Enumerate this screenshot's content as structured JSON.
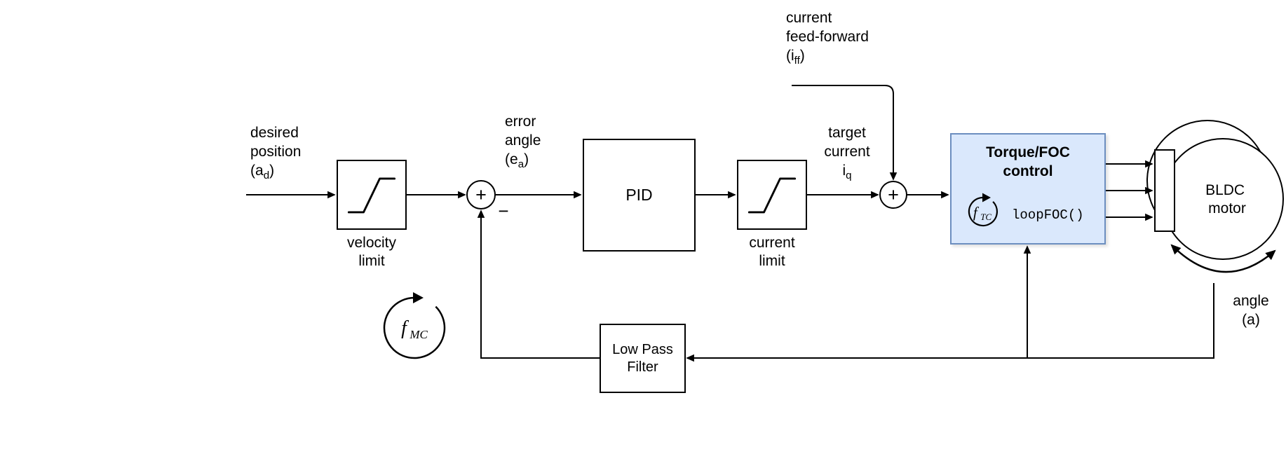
{
  "labels": {
    "desired_position": {
      "l1": "desired",
      "l2": "position",
      "pre": "(a",
      "sub": "d",
      "post": ")"
    },
    "error_angle": {
      "l1": "error",
      "l2": "angle",
      "pre": "(e",
      "sub": "a",
      "post": ")"
    },
    "target_current": {
      "l1": "target",
      "l2": "current",
      "pre": "i",
      "sub": "q",
      "post": ""
    },
    "current_feed_forward": {
      "l1": "current",
      "l2": "feed-forward",
      "pre": "(i",
      "sub": "ff",
      "post": ")"
    },
    "angle_feedback": {
      "l1": "angle",
      "l2": "(a)"
    }
  },
  "blocks": {
    "velocity_limit": {
      "caption1": "velocity",
      "caption2": "limit"
    },
    "pid": {
      "label": "PID"
    },
    "current_limit": {
      "caption1": "current",
      "caption2": "limit"
    },
    "torque_foc": {
      "title1": "Torque/FOC",
      "title2": "control",
      "code": "loopFOC()",
      "freq_pre": "f",
      "freq_sub": "TC"
    },
    "low_pass_filter": {
      "l1": "Low Pass",
      "l2": "Filter"
    },
    "bldc_motor": {
      "l1": "BLDC",
      "l2": "motor"
    }
  },
  "junctions": {
    "sum1_plus": "+",
    "sum1_minus": "−",
    "sum2_plus": "+"
  },
  "loop_frequency": {
    "pre": "f",
    "sub": "MC"
  },
  "colors": {
    "stroke": "#000000",
    "foc_fill": "#dae8fc",
    "foc_border": "#6c8ebf",
    "background": "#ffffff"
  }
}
